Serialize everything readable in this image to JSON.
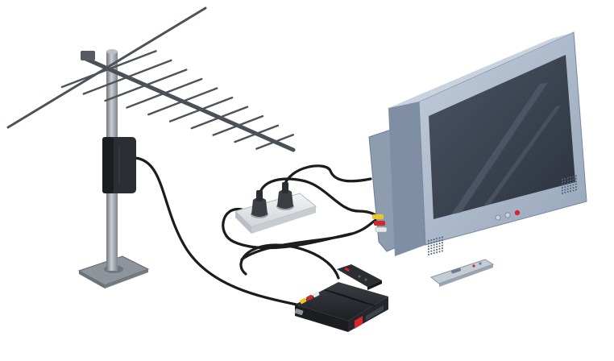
{
  "diagram": {
    "components": [
      "antenna",
      "amplifier",
      "power-strip",
      "set-top-box",
      "remote-control",
      "tv-remote-control",
      "television"
    ],
    "box_brand": "",
    "colors": {
      "background": "#ffffff",
      "tv_body": "#a9b6c7",
      "tv_body_dark": "#7f8ea3",
      "tv_screen": "#3b4452",
      "mast": "#9aa1a8",
      "cable": "#1c1c1c",
      "box": "#2a2d31",
      "box_accent": "#d8262a",
      "rca_yellow": "#e9c52a",
      "rca_red": "#cc2b2b",
      "rca_white": "#e8e8e8"
    }
  }
}
